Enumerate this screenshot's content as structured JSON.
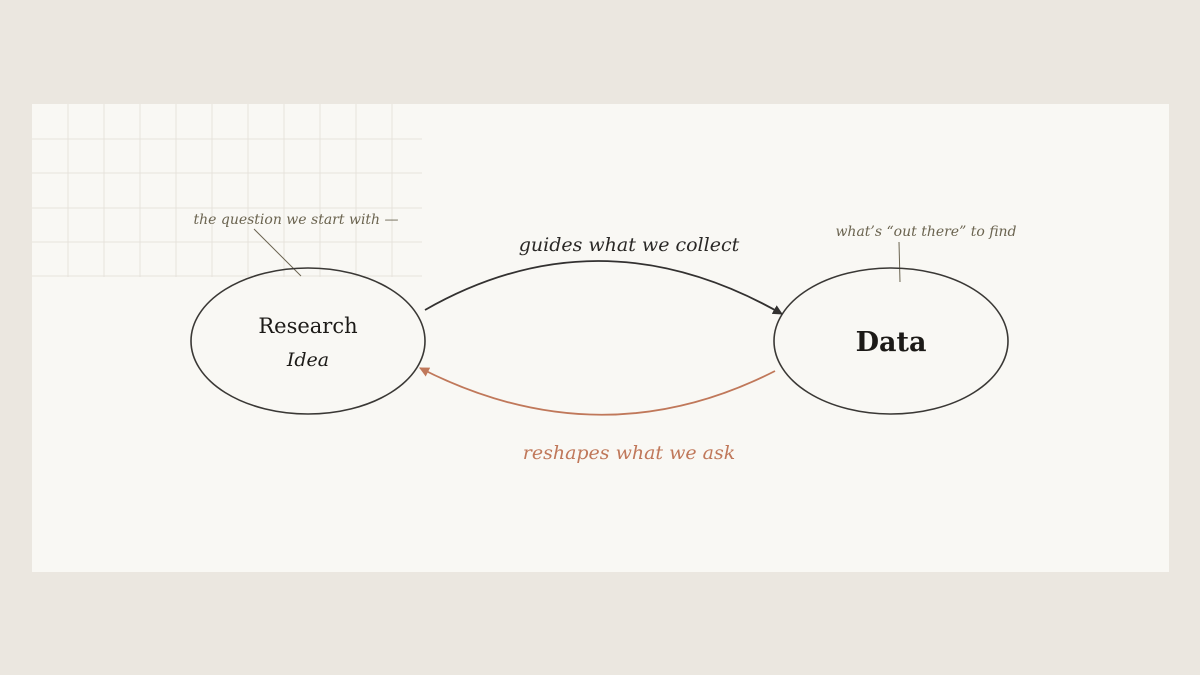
{
  "nodes": {
    "research": {
      "line1": "Research",
      "line2": "Idea"
    },
    "data": {
      "label": "Data"
    }
  },
  "annotations": {
    "research": "the question we start with —",
    "data": "what’s “out there” to find"
  },
  "edges": {
    "forward": {
      "label": "guides what we collect",
      "color": "#333130"
    },
    "backward": {
      "label": "reshapes what we ask",
      "color": "#c0785a"
    }
  },
  "colors": {
    "page_background": "#ebe7e0",
    "card_background": "#f9f8f4",
    "ink": "#1c1a17",
    "note": "#6b6450",
    "grid": "#e4e1d9"
  }
}
